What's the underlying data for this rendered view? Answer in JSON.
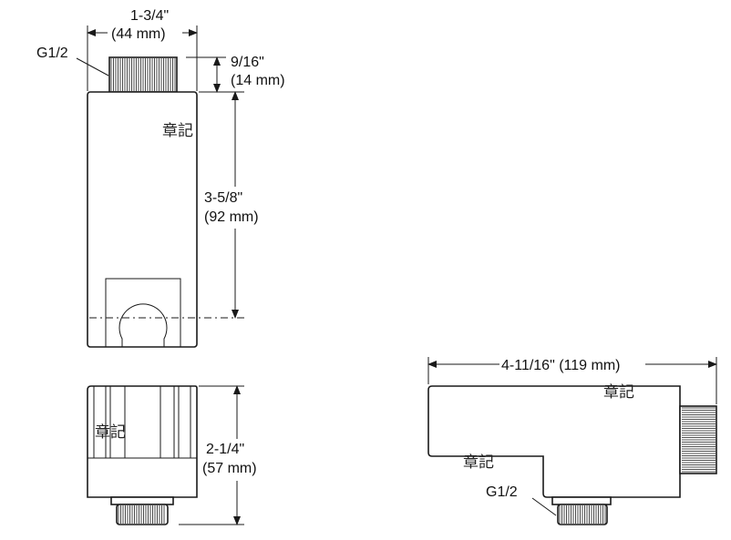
{
  "front_view": {
    "width_dim": "1-3/4\"",
    "width_dim_metric": "(44 mm)",
    "thread_label": "G1/2",
    "thread_height_dim": "9/16\"",
    "thread_height_metric": "(14 mm)",
    "height_dim": "3-5/8\"",
    "height_dim_metric": "(92 mm)",
    "watermark": "章記"
  },
  "bottom_view": {
    "height_dim": "2-1/4\"",
    "height_dim_metric": "(57 mm)",
    "watermark": "章記"
  },
  "side_view": {
    "length_dim": "4-11/16\" (119 mm)",
    "thread_label": "G1/2",
    "watermark_top": "章記",
    "watermark_bottom": "章記"
  }
}
